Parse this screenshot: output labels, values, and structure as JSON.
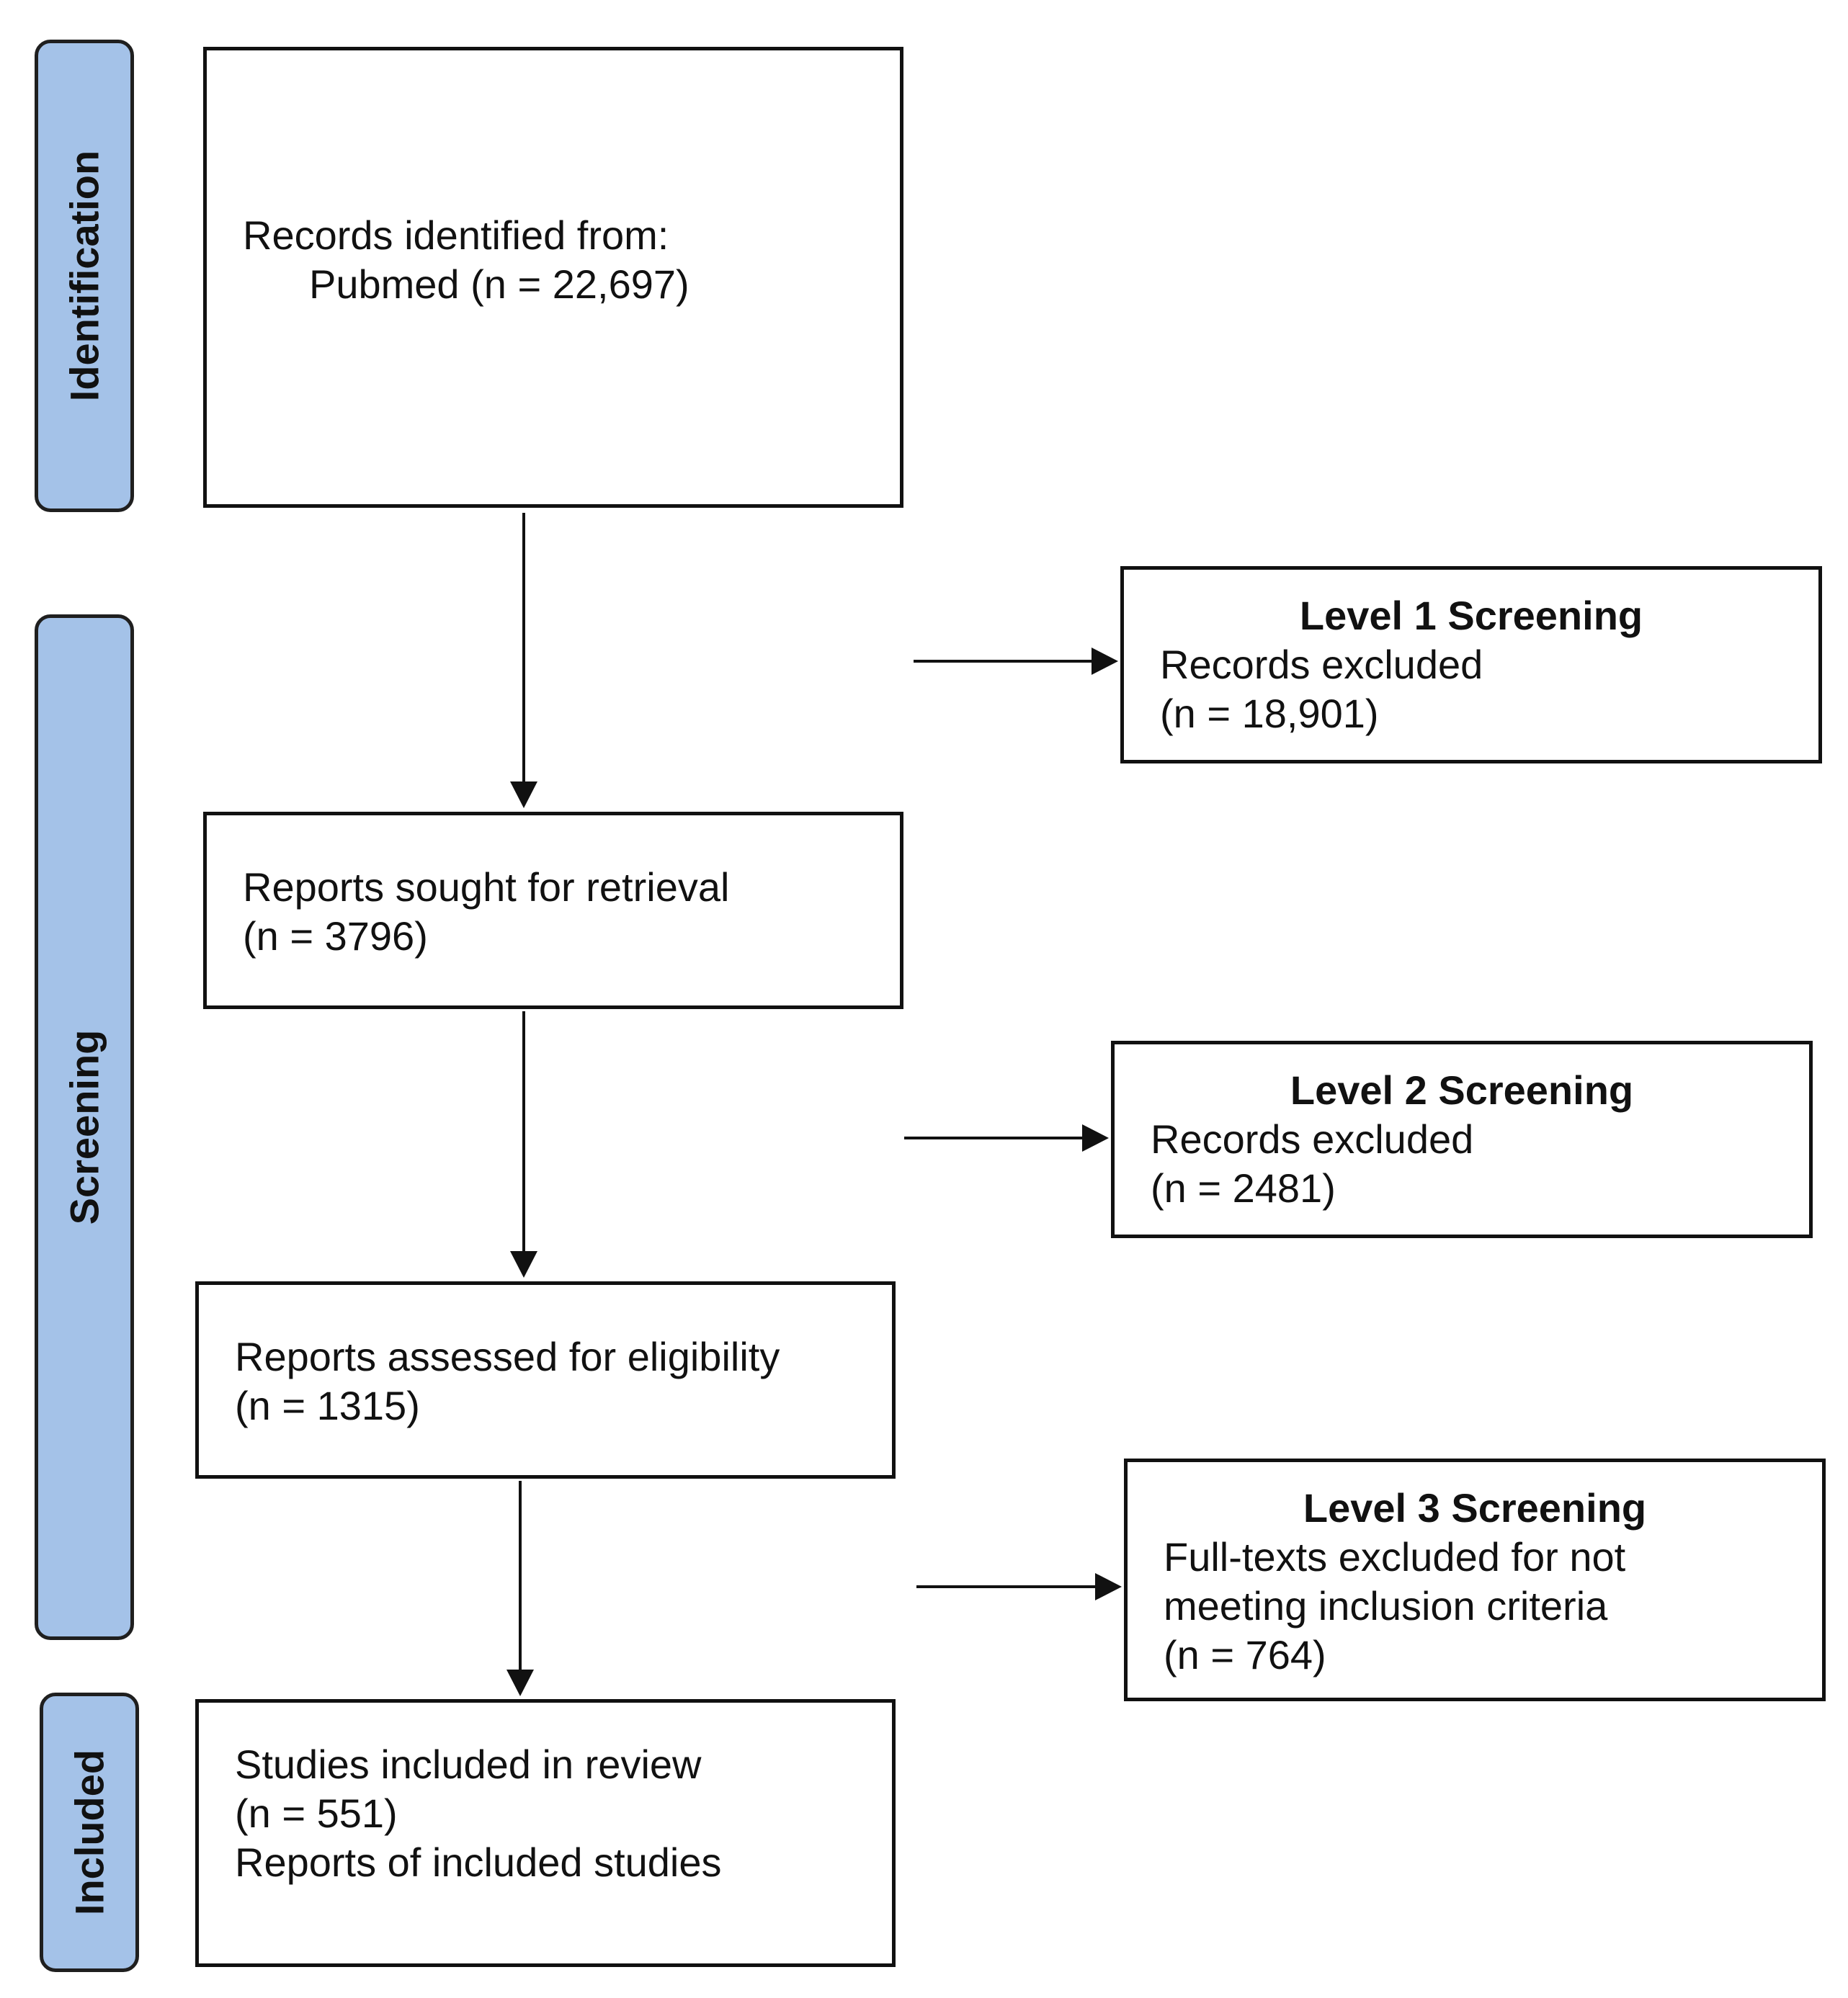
{
  "phases": {
    "identification": "Identification",
    "screening": "Screening",
    "included": "Included"
  },
  "boxes": {
    "records_identified": {
      "line1": "Records identified from:",
      "line2": "Pubmed (n = 22,697)"
    },
    "level1": {
      "title": "Level 1 Screening",
      "line1": "Records excluded",
      "line2": "(n = 18,901)"
    },
    "reports_sought": {
      "line1": "Reports sought for retrieval",
      "line2": "(n = 3796)"
    },
    "level2": {
      "title": "Level 2 Screening",
      "line1": "Records excluded",
      "line2": "(n = 2481)"
    },
    "reports_assessed": {
      "line1": "Reports assessed for eligibility",
      "line2": "(n = 1315)"
    },
    "level3": {
      "title": "Level 3 Screening",
      "line1": "Full-texts excluded for not",
      "line2": "meeting inclusion criteria",
      "line3": "(n = 764)"
    },
    "studies_included": {
      "line1": "Studies included in review",
      "line2": "(n = 551)",
      "line3": "Reports of included studies"
    }
  }
}
